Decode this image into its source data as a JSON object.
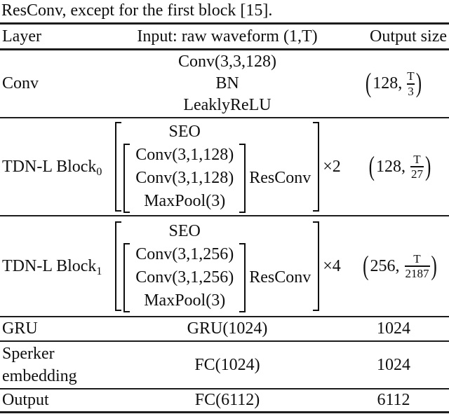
{
  "caption": "ResConv, except for the first block [15].",
  "colors": {
    "text": "#0f0f0f",
    "rule": "#1c1c1c",
    "background": "#ffffff"
  },
  "table": {
    "header": {
      "layer": "Layer",
      "input": "Input: raw waveform (1,T)",
      "output": "Output size"
    },
    "rows": {
      "conv": {
        "layer": "Conv",
        "ops": [
          "Conv(3,3,128)",
          "BN",
          "LeaklyReLU"
        ],
        "out": {
          "open": "(",
          "pre": "128,",
          "num": "T",
          "den": "3",
          "close": ")"
        }
      },
      "block0": {
        "layer": "TDN-L Block",
        "sub": "0",
        "seo": "SEO",
        "inner": [
          "Conv(3,1,128)",
          "Conv(3,1,128)",
          "MaxPool(3)"
        ],
        "resconv": "ResConv",
        "mult": "×2",
        "out": {
          "open": "(",
          "pre": "128,",
          "num": "T",
          "den": "27",
          "close": ")"
        }
      },
      "block1": {
        "layer": "TDN-L Block",
        "sub": "1",
        "seo": "SEO",
        "inner": [
          "Conv(3,1,256)",
          "Conv(3,1,256)",
          "MaxPool(3)"
        ],
        "resconv": "ResConv",
        "mult": "×4",
        "out": {
          "open": "(",
          "pre": "256,",
          "num": "T",
          "den": "2187",
          "close": ")"
        }
      },
      "gru": {
        "layer": "GRU",
        "op": "GRU(1024)",
        "out": "1024"
      },
      "speaker": {
        "layer": "Sperker embedding",
        "op": "FC(1024)",
        "out": "1024"
      },
      "output": {
        "layer": "Output",
        "op": "FC(6112)",
        "out": "6112"
      }
    }
  }
}
